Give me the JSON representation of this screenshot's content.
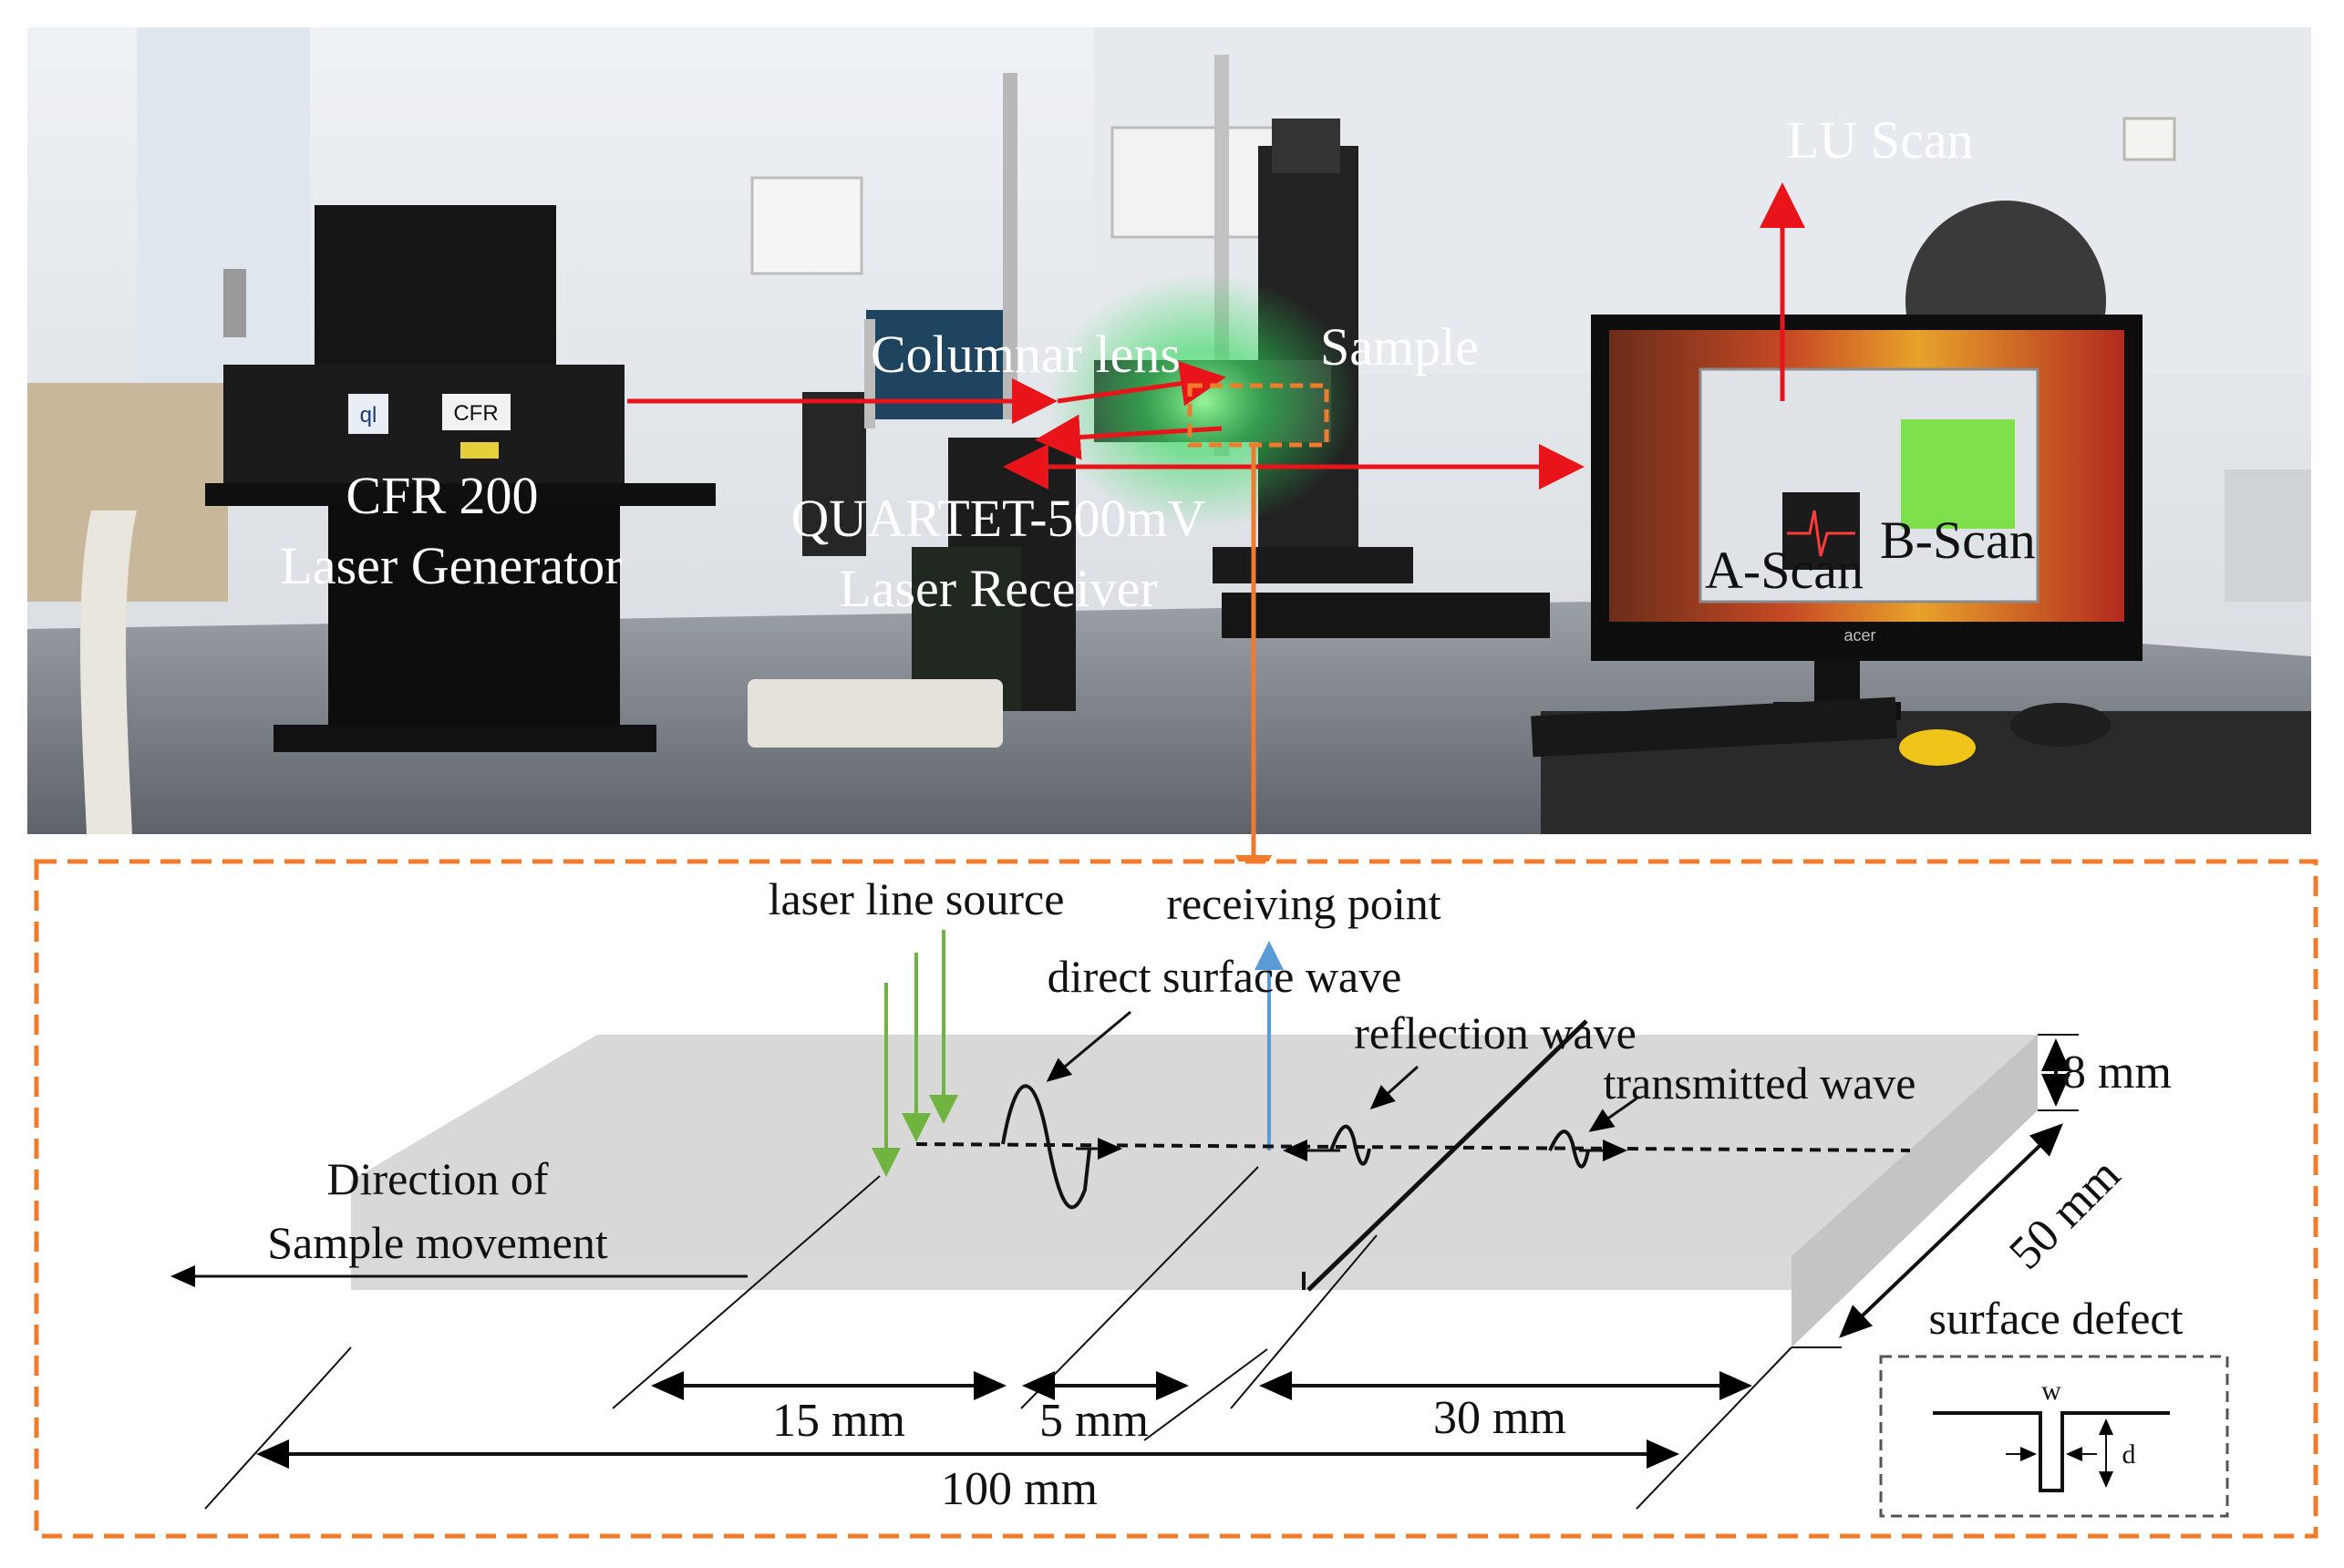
{
  "photo": {
    "labels": {
      "lu_scan": "LU Scan",
      "columnar_lens": "Columnar lens",
      "sample": "Sample",
      "generator_line1": "CFR 200",
      "generator_line2": "Laser Generator",
      "receiver_line1": "QUARTET-500mV",
      "receiver_line2": "Laser Receiver",
      "a_scan": "A-Scan",
      "b_scan": "B-Scan"
    },
    "device_text": {
      "brand_badge": "CFR",
      "logo_badge": "ql",
      "monitor_brand": "acer"
    }
  },
  "diagram": {
    "labels": {
      "laser_line_source": "laser line source",
      "receiving_point": "receiving point",
      "direct_surface_wave": "direct surface wave",
      "reflection_wave": "reflection wave",
      "transmitted_wave": "transmitted wave",
      "direction_line1": "Direction of",
      "direction_line2": "Sample movement",
      "surface_defect": "surface defect",
      "defect_w": "w",
      "defect_d": "d"
    },
    "dimensions": {
      "thickness": "8 mm",
      "width": "50 mm",
      "d15": "15 mm",
      "d5": "5 mm",
      "d30": "30 mm",
      "length": "100 mm"
    }
  },
  "colors": {
    "annotation_arrow": "#e8141a",
    "callout_orange": "#f07b2b",
    "laser_source_arrow": "#6fb43f",
    "receiving_arrow": "#5b9bd5",
    "sample_top": "#d9d9d9",
    "sample_side": "#c2c2c2",
    "green_laser": "#2fd85a"
  }
}
